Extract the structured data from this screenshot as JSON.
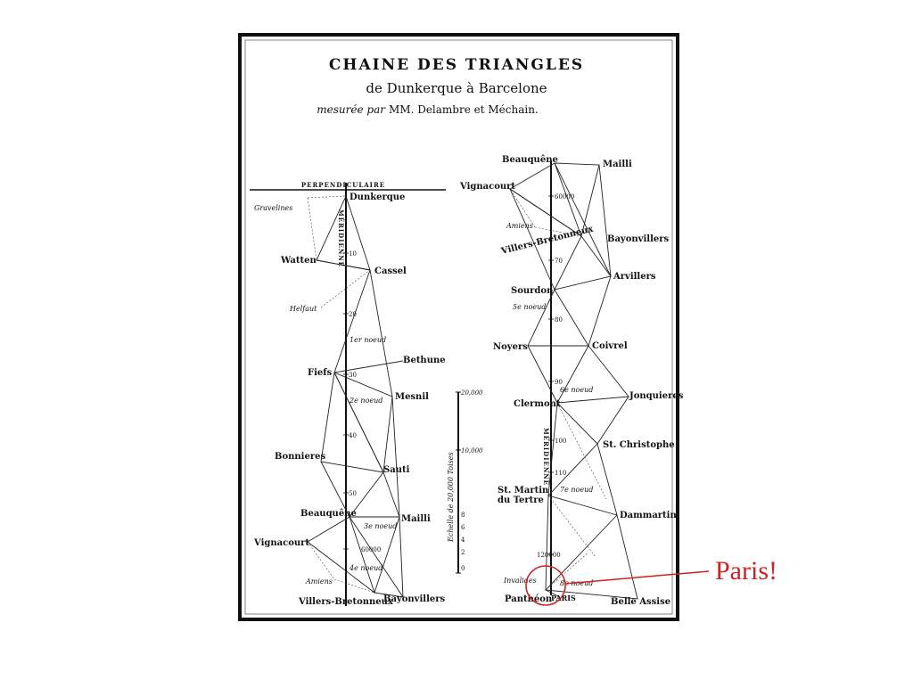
{
  "title": {
    "line1": "CHAINE DES TRIANGLES",
    "line2": "de Dunkerque à Barcelone",
    "line3_italic": "mesurée par",
    "line3_rest": "MM. Delambre et Méchain."
  },
  "left_panel": {
    "perpendicular_label": "PERPENDICULAIRE",
    "meridian_label": "MÉRIDIENNE",
    "stations": [
      {
        "id": "dunkerque",
        "label": "Dunkerque"
      },
      {
        "id": "gravelines",
        "label": "Gravelines"
      },
      {
        "id": "watten",
        "label": "Watten"
      },
      {
        "id": "cassel",
        "label": "Cassel"
      },
      {
        "id": "helfaut",
        "label": "Helfaut"
      },
      {
        "id": "fiefs",
        "label": "Fiefs"
      },
      {
        "id": "bethune",
        "label": "Bethune"
      },
      {
        "id": "mesnil",
        "label": "Mesnil"
      },
      {
        "id": "bonnieres",
        "label": "Bonnieres"
      },
      {
        "id": "sauti",
        "label": "Sauti"
      },
      {
        "id": "beauquene",
        "label": "Beauquêne"
      },
      {
        "id": "mailli",
        "label": "Mailli"
      },
      {
        "id": "vignacourt",
        "label": "Vignacourt"
      },
      {
        "id": "amiens",
        "label": "Amiens"
      },
      {
        "id": "villers",
        "label": "Villers-Bretonneux"
      },
      {
        "id": "bayonvillers",
        "label": "Bayonvillers"
      }
    ],
    "ticks": [
      "10",
      "20",
      "30",
      "40",
      "50",
      "60000"
    ],
    "notes": [
      "1er noeud",
      "2e noeud",
      "3e noeud",
      "4e noeud"
    ]
  },
  "scale_bar": {
    "label": "Echelle de 20,000 Toises",
    "top": "20,000",
    "mid": "10,000",
    "small_ticks": [
      "8",
      "6",
      "4",
      "2",
      "0"
    ]
  },
  "right_panel": {
    "meridian_label": "MÉRIDIENNE",
    "paris_label": "PARIS",
    "stations": [
      {
        "id": "beauquene",
        "label": "Beauquêne"
      },
      {
        "id": "mailli",
        "label": "Mailli"
      },
      {
        "id": "vignacourt",
        "label": "Vignacourt"
      },
      {
        "id": "amiens",
        "label": "Amiens"
      },
      {
        "id": "villers",
        "label": "Villers-Bretonneux"
      },
      {
        "id": "bayonvillers",
        "label": "Bayonvillers"
      },
      {
        "id": "sourdon",
        "label": "Sourdon"
      },
      {
        "id": "arvillers",
        "label": "Arvillers"
      },
      {
        "id": "noyers",
        "label": "Noyers"
      },
      {
        "id": "coivrel",
        "label": "Coivrel"
      },
      {
        "id": "clermont",
        "label": "Clermont"
      },
      {
        "id": "jonquieres",
        "label": "Jonquieres"
      },
      {
        "id": "st_christophe",
        "label": "St. Christophe"
      },
      {
        "id": "st_martin_1",
        "label": "St. Martin"
      },
      {
        "id": "st_martin_2",
        "label": "du Tertre"
      },
      {
        "id": "dammartin",
        "label": "Dammartin"
      },
      {
        "id": "invalides",
        "label": "Invalides"
      },
      {
        "id": "pantheon",
        "label": "Panthéon"
      },
      {
        "id": "belle_assise",
        "label": "Belle Assise"
      }
    ],
    "ticks": [
      "60000",
      "70",
      "80",
      "90",
      "100",
      "110",
      "120000"
    ],
    "notes": [
      "5e noeud",
      "6e noeud",
      "7e noeud",
      "8e noeud"
    ]
  },
  "annotation": {
    "text": "Paris!",
    "color": "#cc2222"
  }
}
